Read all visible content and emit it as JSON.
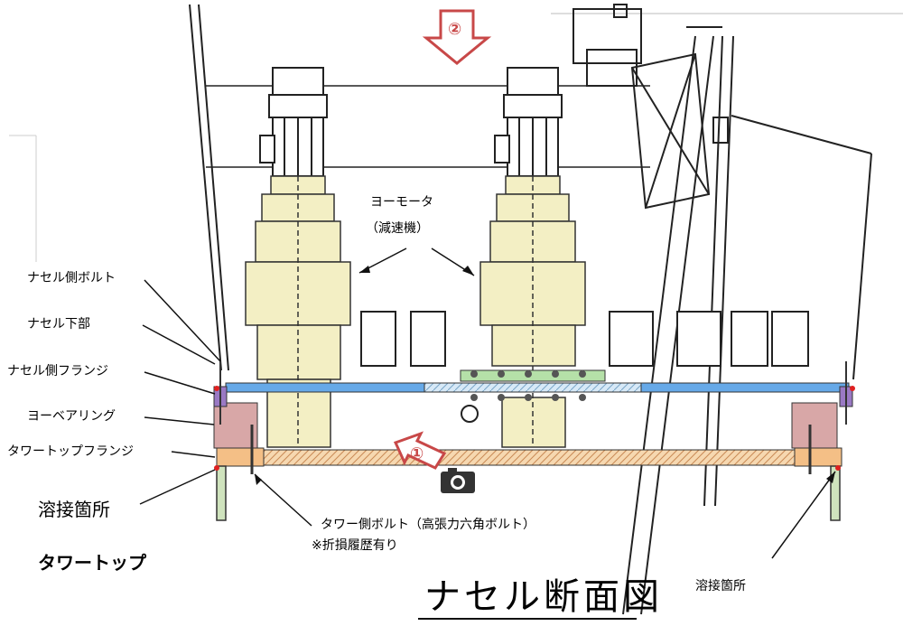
{
  "labels": {
    "nacelle_bolt": "ナセル側ボルト",
    "nacelle_lower": "ナセル下部",
    "nacelle_flange": "ナセル側フランジ",
    "yaw_bearing": "ヨーベアリング",
    "tower_top_flange": "タワートップフランジ",
    "weld_left": "溶接箇所",
    "tower_top": "タワートップ",
    "yaw_motor_line1": "ヨーモータ",
    "yaw_motor_line2": "（減速機）",
    "tower_bolt_line1": "タワー側ボルト（高張力六角ボルト）",
    "tower_bolt_line2": "※折損履歴有り",
    "weld_right": "溶接箇所",
    "title": "ナセル断面図"
  },
  "markers": {
    "arrow_1": "①",
    "arrow_2": "②"
  },
  "colors": {
    "reducer": "#f3efc4",
    "nacelle_flange": "#66a9e8",
    "yaw_bearing": "#d8a7a7",
    "tower_flange": "#f4bf86",
    "bolt_purple": "#9a79c4",
    "arrow_outline": "#c84848",
    "weld_dot": "#e02020"
  }
}
